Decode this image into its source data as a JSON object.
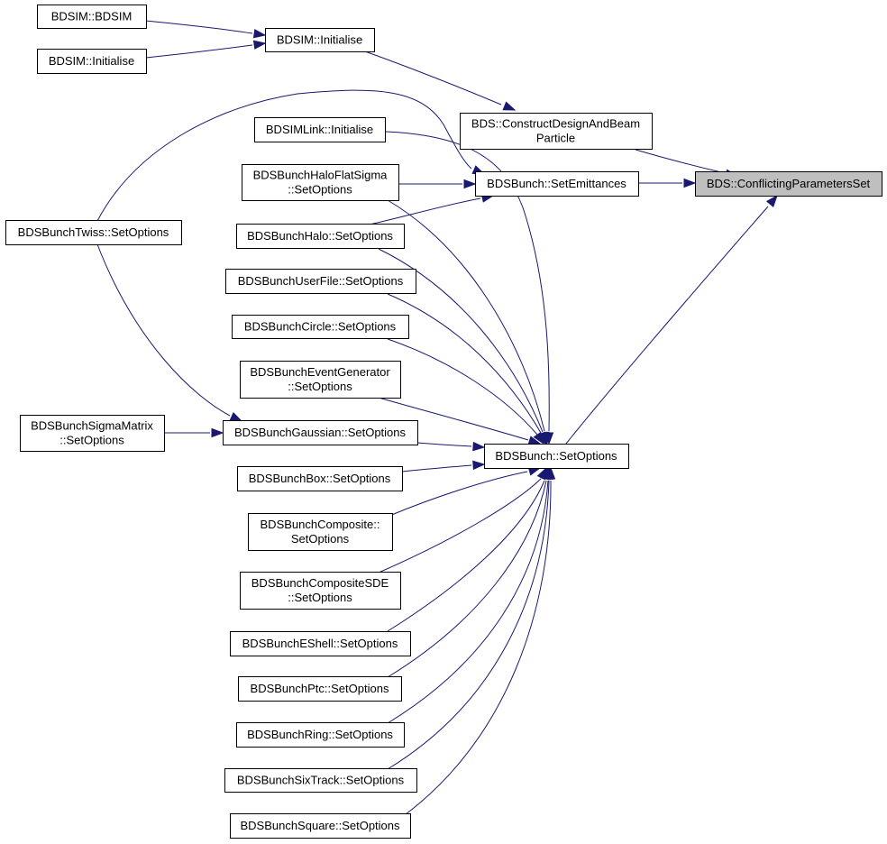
{
  "graph": {
    "nodes": [
      {
        "id": "n_root",
        "root": true,
        "lines": [
          "BDS::ConflictingParametersSet"
        ]
      },
      {
        "id": "n_cdabp",
        "lines": [
          "BDS::ConstructDesignAndBeam",
          "Particle"
        ]
      },
      {
        "id": "n_setemit",
        "lines": [
          "BDSBunch::SetEmittances"
        ]
      },
      {
        "id": "n_setopt",
        "lines": [
          "BDSBunch::SetOptions"
        ]
      },
      {
        "id": "n_init",
        "lines": [
          "BDSIM::Initialise"
        ]
      },
      {
        "id": "n_bdsim_bdsim",
        "lines": [
          "BDSIM::BDSIM"
        ]
      },
      {
        "id": "n_bdsim_init2",
        "lines": [
          "BDSIM::Initialise"
        ]
      },
      {
        "id": "n_link",
        "lines": [
          "BDSIMLink::Initialise"
        ]
      },
      {
        "id": "n_haloflat",
        "lines": [
          "BDSBunchHaloFlatSigma",
          "::SetOptions"
        ]
      },
      {
        "id": "n_halo",
        "lines": [
          "BDSBunchHalo::SetOptions"
        ]
      },
      {
        "id": "n_twiss",
        "lines": [
          "BDSBunchTwiss::SetOptions"
        ]
      },
      {
        "id": "n_userfile",
        "lines": [
          "BDSBunchUserFile::SetOptions"
        ]
      },
      {
        "id": "n_circle",
        "lines": [
          "BDSBunchCircle::SetOptions"
        ]
      },
      {
        "id": "n_eventgen",
        "lines": [
          "BDSBunchEventGenerator",
          "::SetOptions"
        ]
      },
      {
        "id": "n_gauss",
        "lines": [
          "BDSBunchGaussian::SetOptions"
        ]
      },
      {
        "id": "n_sigmat",
        "lines": [
          "BDSBunchSigmaMatrix",
          "::SetOptions"
        ]
      },
      {
        "id": "n_box",
        "lines": [
          "BDSBunchBox::SetOptions"
        ]
      },
      {
        "id": "n_composite",
        "lines": [
          "BDSBunchComposite::",
          "SetOptions"
        ]
      },
      {
        "id": "n_compsde",
        "lines": [
          "BDSBunchCompositeSDE",
          "::SetOptions"
        ]
      },
      {
        "id": "n_eshell",
        "lines": [
          "BDSBunchEShell::SetOptions"
        ]
      },
      {
        "id": "n_ptc",
        "lines": [
          "BDSBunchPtc::SetOptions"
        ]
      },
      {
        "id": "n_ring",
        "lines": [
          "BDSBunchRing::SetOptions"
        ]
      },
      {
        "id": "n_sixtrack",
        "lines": [
          "BDSBunchSixTrack::SetOptions"
        ]
      },
      {
        "id": "n_square",
        "lines": [
          "BDSBunchSquare::SetOptions"
        ]
      }
    ],
    "edges": [
      {
        "from": "n_cdabp",
        "to": "n_root"
      },
      {
        "from": "n_setemit",
        "to": "n_root"
      },
      {
        "from": "n_setopt",
        "to": "n_root"
      },
      {
        "from": "n_init",
        "to": "n_cdabp"
      },
      {
        "from": "n_bdsim_bdsim",
        "to": "n_init"
      },
      {
        "from": "n_bdsim_init2",
        "to": "n_init"
      },
      {
        "from": "n_haloflat",
        "to": "n_setemit"
      },
      {
        "from": "n_halo",
        "to": "n_setemit"
      },
      {
        "from": "n_twiss",
        "to": "n_setemit"
      },
      {
        "from": "n_link",
        "to": "n_setopt"
      },
      {
        "from": "n_haloflat",
        "to": "n_setopt"
      },
      {
        "from": "n_halo",
        "to": "n_setopt"
      },
      {
        "from": "n_userfile",
        "to": "n_setopt"
      },
      {
        "from": "n_circle",
        "to": "n_setopt"
      },
      {
        "from": "n_eventgen",
        "to": "n_setopt"
      },
      {
        "from": "n_gauss",
        "to": "n_setopt"
      },
      {
        "from": "n_box",
        "to": "n_setopt"
      },
      {
        "from": "n_composite",
        "to": "n_setopt"
      },
      {
        "from": "n_compsde",
        "to": "n_setopt"
      },
      {
        "from": "n_eshell",
        "to": "n_setopt"
      },
      {
        "from": "n_ptc",
        "to": "n_setopt"
      },
      {
        "from": "n_ring",
        "to": "n_setopt"
      },
      {
        "from": "n_sixtrack",
        "to": "n_setopt"
      },
      {
        "from": "n_square",
        "to": "n_setopt"
      },
      {
        "from": "n_sigmat",
        "to": "n_gauss"
      },
      {
        "from": "n_twiss",
        "to": "n_gauss"
      }
    ]
  },
  "colors": {
    "edge": "#191970",
    "root_fill": "#bfbfbf",
    "node_fill": "#ffffff",
    "node_border": "#000000"
  }
}
